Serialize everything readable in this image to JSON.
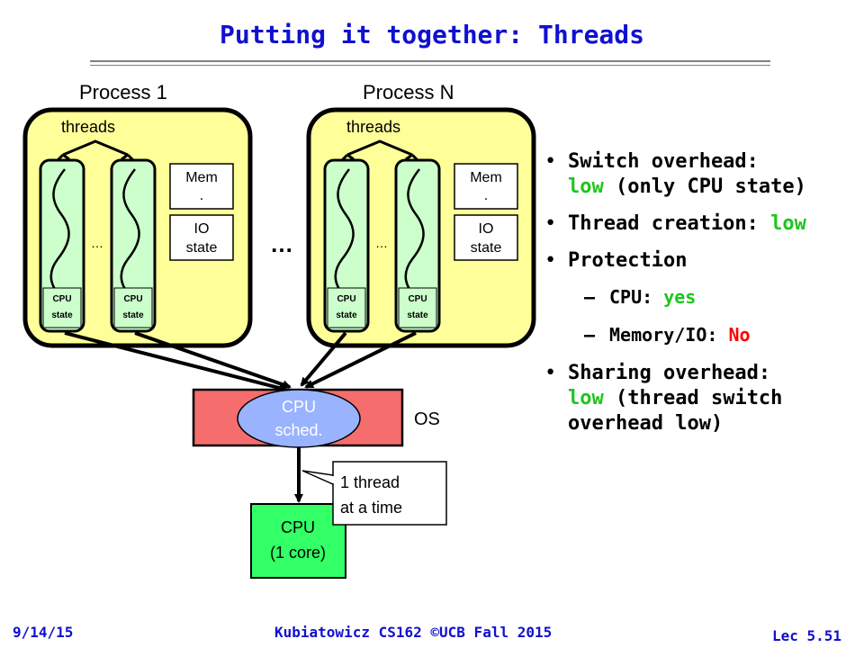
{
  "title": "Putting it together: Threads",
  "processes": [
    {
      "label": "Process 1",
      "threads_label": "threads",
      "mem_label": "Mem",
      "mem_dot": ".",
      "io_line1": "IO",
      "io_line2": "state",
      "cpu_state_line1": "CPU",
      "cpu_state_line2": "state",
      "dots": "…"
    },
    {
      "label": "Process N",
      "threads_label": "threads",
      "mem_label": "Mem",
      "mem_dot": ".",
      "io_line1": "IO",
      "io_line2": "state",
      "cpu_state_line1": "CPU",
      "cpu_state_line2": "state",
      "dots": "…"
    }
  ],
  "between_dots": "…",
  "os": {
    "label": "OS",
    "sched_line1": "CPU",
    "sched_line2": "sched."
  },
  "cpu": {
    "line1": "CPU",
    "line2": "(1 core)"
  },
  "callout": {
    "line1": "1 thread",
    "line2": "at a time"
  },
  "bullets": {
    "switch": {
      "label": "Switch overhead:",
      "value": "low",
      "rest": " (only CPU state)"
    },
    "creation": {
      "label": "Thread creation: ",
      "value": "low"
    },
    "protection": {
      "label": "Protection"
    },
    "cpu_prot": {
      "label": "CPU: ",
      "value": "yes"
    },
    "mem_prot": {
      "label": "Memory/IO: ",
      "value": "No"
    },
    "sharing": {
      "label": "Sharing overhead:",
      "value": "low",
      "rest": " (thread switch overhead low)"
    }
  },
  "footer": {
    "date": "9/14/15",
    "course": "Kubiatowicz CS162 ©UCB Fall 2015",
    "lec": "Lec 5.51"
  },
  "colors": {
    "title": "#1010d0",
    "process_fill": "#ffff99",
    "thread_fill": "#ccffcc",
    "os_fill": "#f56d6d",
    "sched_fill": "#99b3ff",
    "cpu_fill": "#33ff66",
    "highlight_green": "#1ec51e",
    "highlight_red": "#ff0000"
  }
}
